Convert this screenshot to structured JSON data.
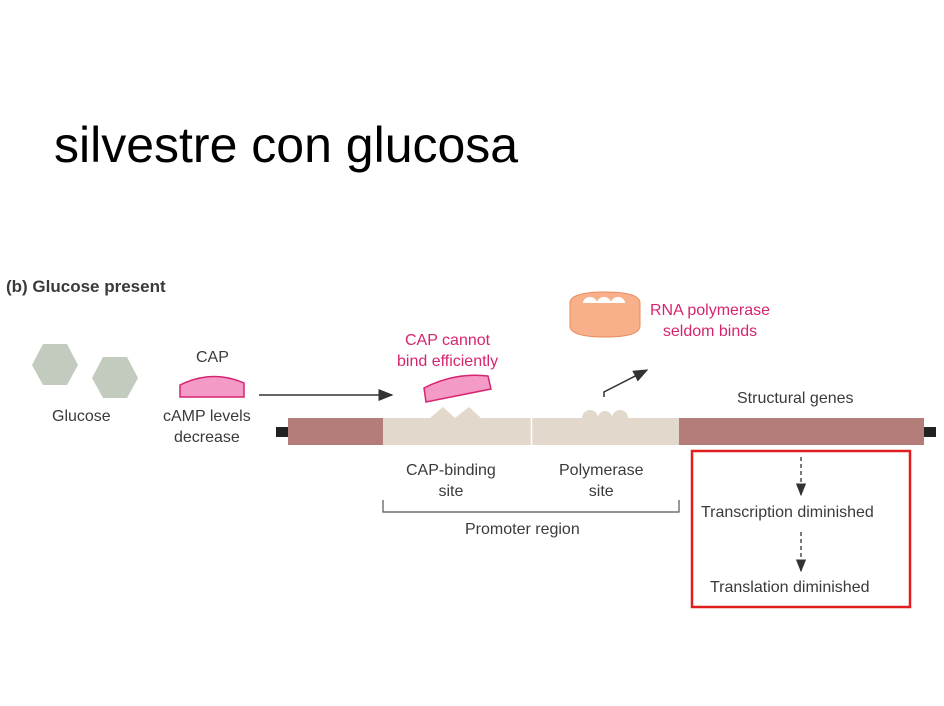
{
  "title": "silvestre con glucosa",
  "figure": {
    "panel_title": "(b) Glucose present",
    "glucose_label": "Glucose",
    "cap_label": "CAP",
    "camp_label_line1": "cAMP levels",
    "camp_label_line2": "decrease",
    "cap_cannot_line1": "CAP cannot",
    "cap_cannot_line2": "bind efficiently",
    "rna_pol_line1": "RNA polymerase",
    "rna_pol_line2": "seldom binds",
    "structural_genes": "Structural genes",
    "cap_binding_line1": "CAP-binding",
    "cap_binding_line2": "site",
    "polymerase_line1": "Polymerase",
    "polymerase_line2": "site",
    "promoter_region": "Promoter region",
    "transcription": "Transcription diminished",
    "translation": "Translation diminished"
  },
  "colors": {
    "glucose_hex": "#c2cbbd",
    "cap_pink": "#f49ac7",
    "emphasis_text": "#d6256f",
    "gene_dna": "#b57d7a",
    "promoter_dna": "#e2d8cc",
    "rna_polymerase": "#f7b08a",
    "highlight_box": "#e01e1e"
  }
}
